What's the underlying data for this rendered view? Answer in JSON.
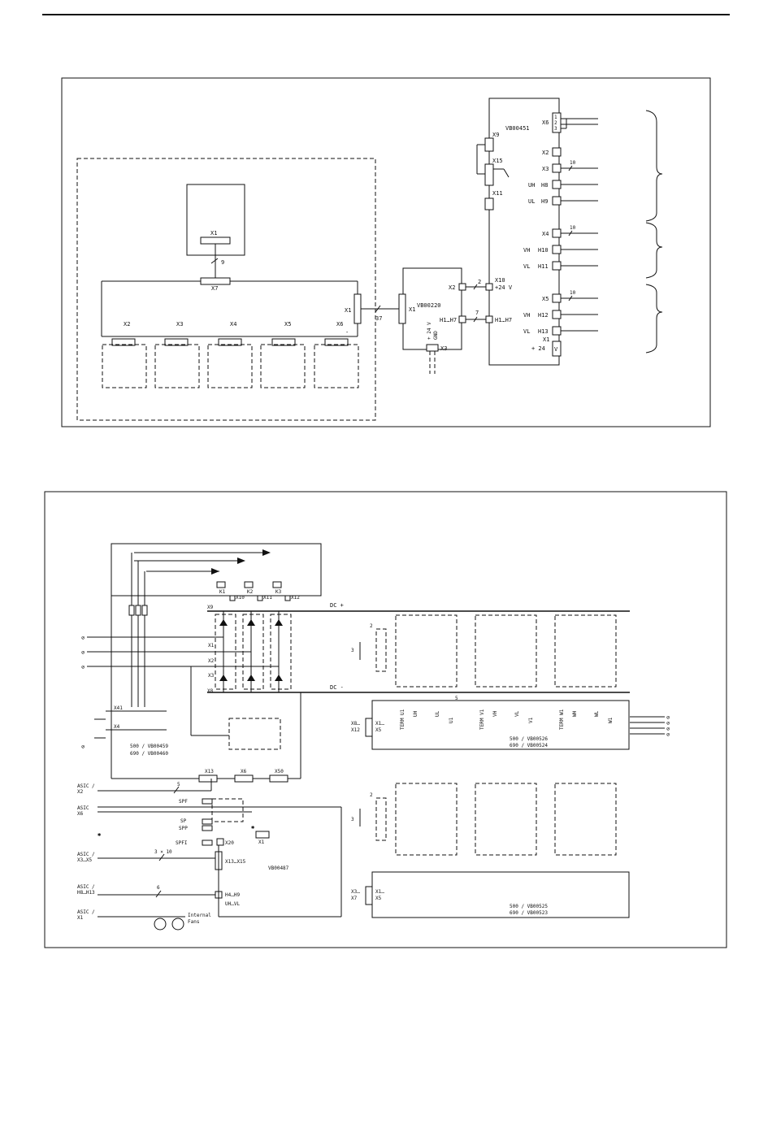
{
  "diagram_top": {
    "board_main": "VB00451",
    "board_interface": "VB00220",
    "cable_9": "9",
    "cable_37": "37",
    "cable_2": "2",
    "cable_7": "7",
    "cable_10a": "10",
    "cable_10b": "10",
    "cable_10c": "10",
    "x1": "X1",
    "x7": "X7",
    "x2": "X2",
    "x3": "X3",
    "x4": "X4",
    "x5": "X5",
    "x6": "X6",
    "x1_right": "X1",
    "x1_vb220": "X1",
    "x2_vb220": "X2",
    "x3_vb220": "X3",
    "h1h7_vb220": "H1…H7",
    "gnd_24v_a": "+ 24 V",
    "gnd_24v_b": "GND",
    "x9": "X9",
    "x15": "X15",
    "x11": "X11",
    "x6_vb451": "X6",
    "x2_vb451": "X2",
    "x3_vb451": "X3",
    "uh": "UH",
    "h8": "H8",
    "ul": "UL",
    "h9": "H9",
    "x4_vb451": "X4",
    "vh": "VH",
    "h10": "H10",
    "vl": "VL",
    "h11": "H11",
    "x10": "X10",
    "plus24": "+24 V",
    "h1h7": "H1…H7",
    "x5_vb451": "X5",
    "wh": "VH",
    "h12": "H12",
    "wl": "VL",
    "h13": "H13",
    "x1_vb451": "X1",
    "plus24_b": "+ 24",
    "v": "V",
    "pin1": "1",
    "pin2": "2",
    "pin3": "3",
    "pin_minus": "-"
  },
  "diagram_bottom": {
    "dc_plus": "DC +",
    "dc_minus": "DC -",
    "x9": "X9",
    "x10": "X10",
    "x11": "X11",
    "x12": "X12",
    "k1": "K1",
    "k2": "K2",
    "k3": "K3",
    "x1": "X1",
    "x2": "X2",
    "x3": "X3",
    "x8": "X8",
    "x41": "X41",
    "x4": "X4",
    "board_a": "500 / VB00459",
    "board_b": "690 / VB00460",
    "x13": "X13",
    "x6": "X6",
    "x50": "X50",
    "asic_x2_a": "ASIC /",
    "asic_x2_b": "X2",
    "asic_x6_a": "ASIC",
    "asic_x6_b": "X6",
    "spf": "SPF",
    "sp": "SP",
    "spp": "SPP",
    "spfi": "SPFI",
    "asterisk": "✱",
    "x20": "X20",
    "x1_vb487": "X1",
    "cable_5": "5",
    "asic_x3x5_a": "ASIC /",
    "asic_x3x5_b": "X3…X5",
    "cable_3x10": "3 × 10",
    "x13x15": "X13…X15",
    "vb487": "VB00487",
    "asic_h8h13_a": "ASIC /",
    "asic_h8h13_b": "H8…H13",
    "cable_6": "6",
    "h4h9": "H4…H9",
    "uhvl": "UH…VL",
    "asic_x1_a": "ASIC /",
    "asic_x1_b": "X1",
    "fans_a": "Internal",
    "fans_b": "Fans",
    "x8x12": "X8…",
    "x8x12_b": "X12",
    "x1x5": "X1…",
    "x1x5_b": "X5",
    "x3x7": "X3…",
    "x3x7_b": "X7",
    "mod_top_a": "500 / VB00526",
    "mod_top_b": "690 / VB00524",
    "mod_bot_a": "500 / VB00525",
    "mod_bot_b": "690 / VB00523",
    "cap_3": "3",
    "cap_2": "2",
    "term_u1": "TERM U1",
    "term_v1": "TERM V1",
    "term_w1": "TERM W1",
    "u1": "U1",
    "v1": "V1",
    "w1": "W1",
    "uh": "UH",
    "ul": "UL",
    "vh": "VH",
    "vl": "VL",
    "wh": "WH",
    "wl": "WL",
    "cable_5b": "5"
  }
}
